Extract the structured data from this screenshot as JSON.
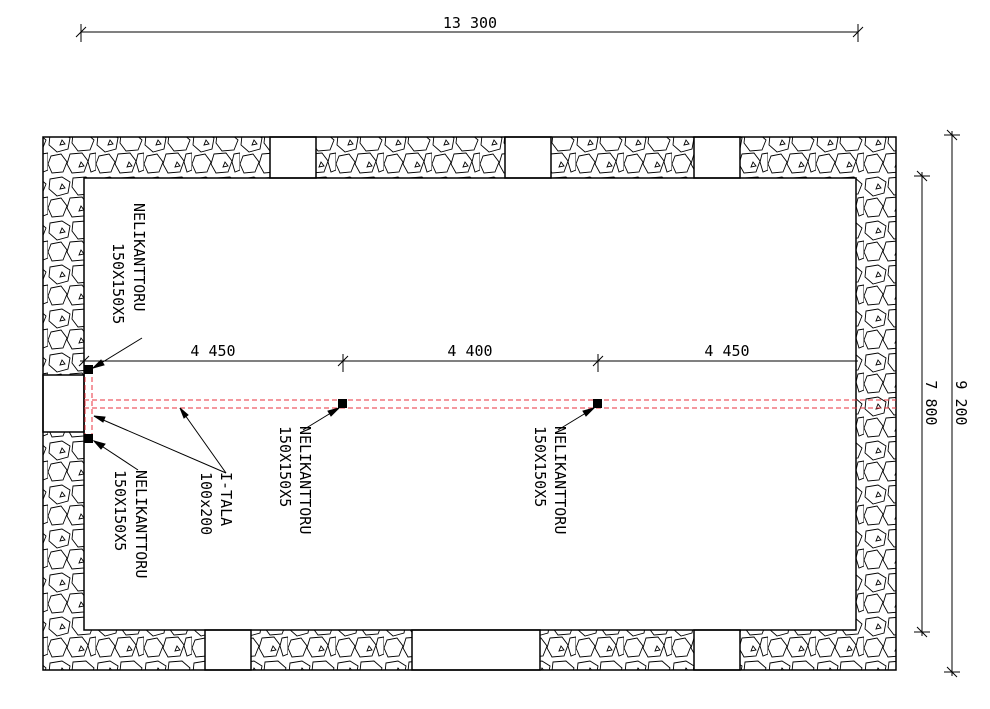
{
  "dimensions": {
    "overall_width": "13 300",
    "span_1": "4 450",
    "span_2": "4 400",
    "span_3": "4 450",
    "inner_depth": "7 800",
    "overall_depth": "9 200"
  },
  "labels": {
    "column_upper_left": {
      "line1": "NELIKANTTORU",
      "line2": "150X150X5"
    },
    "column_lower_left": {
      "line1": "NELIKANTTORU",
      "line2": "150X150X5"
    },
    "column_middle": {
      "line1": "NELIKANTTORU",
      "line2": "150X150X5"
    },
    "column_right": {
      "line1": "NELIKANTTORU",
      "line2": "150X150X5"
    },
    "beam": {
      "line1": "I-TALA",
      "line2": "100x200"
    }
  },
  "colors": {
    "beam": "#e8323c",
    "lines": "#000000"
  }
}
